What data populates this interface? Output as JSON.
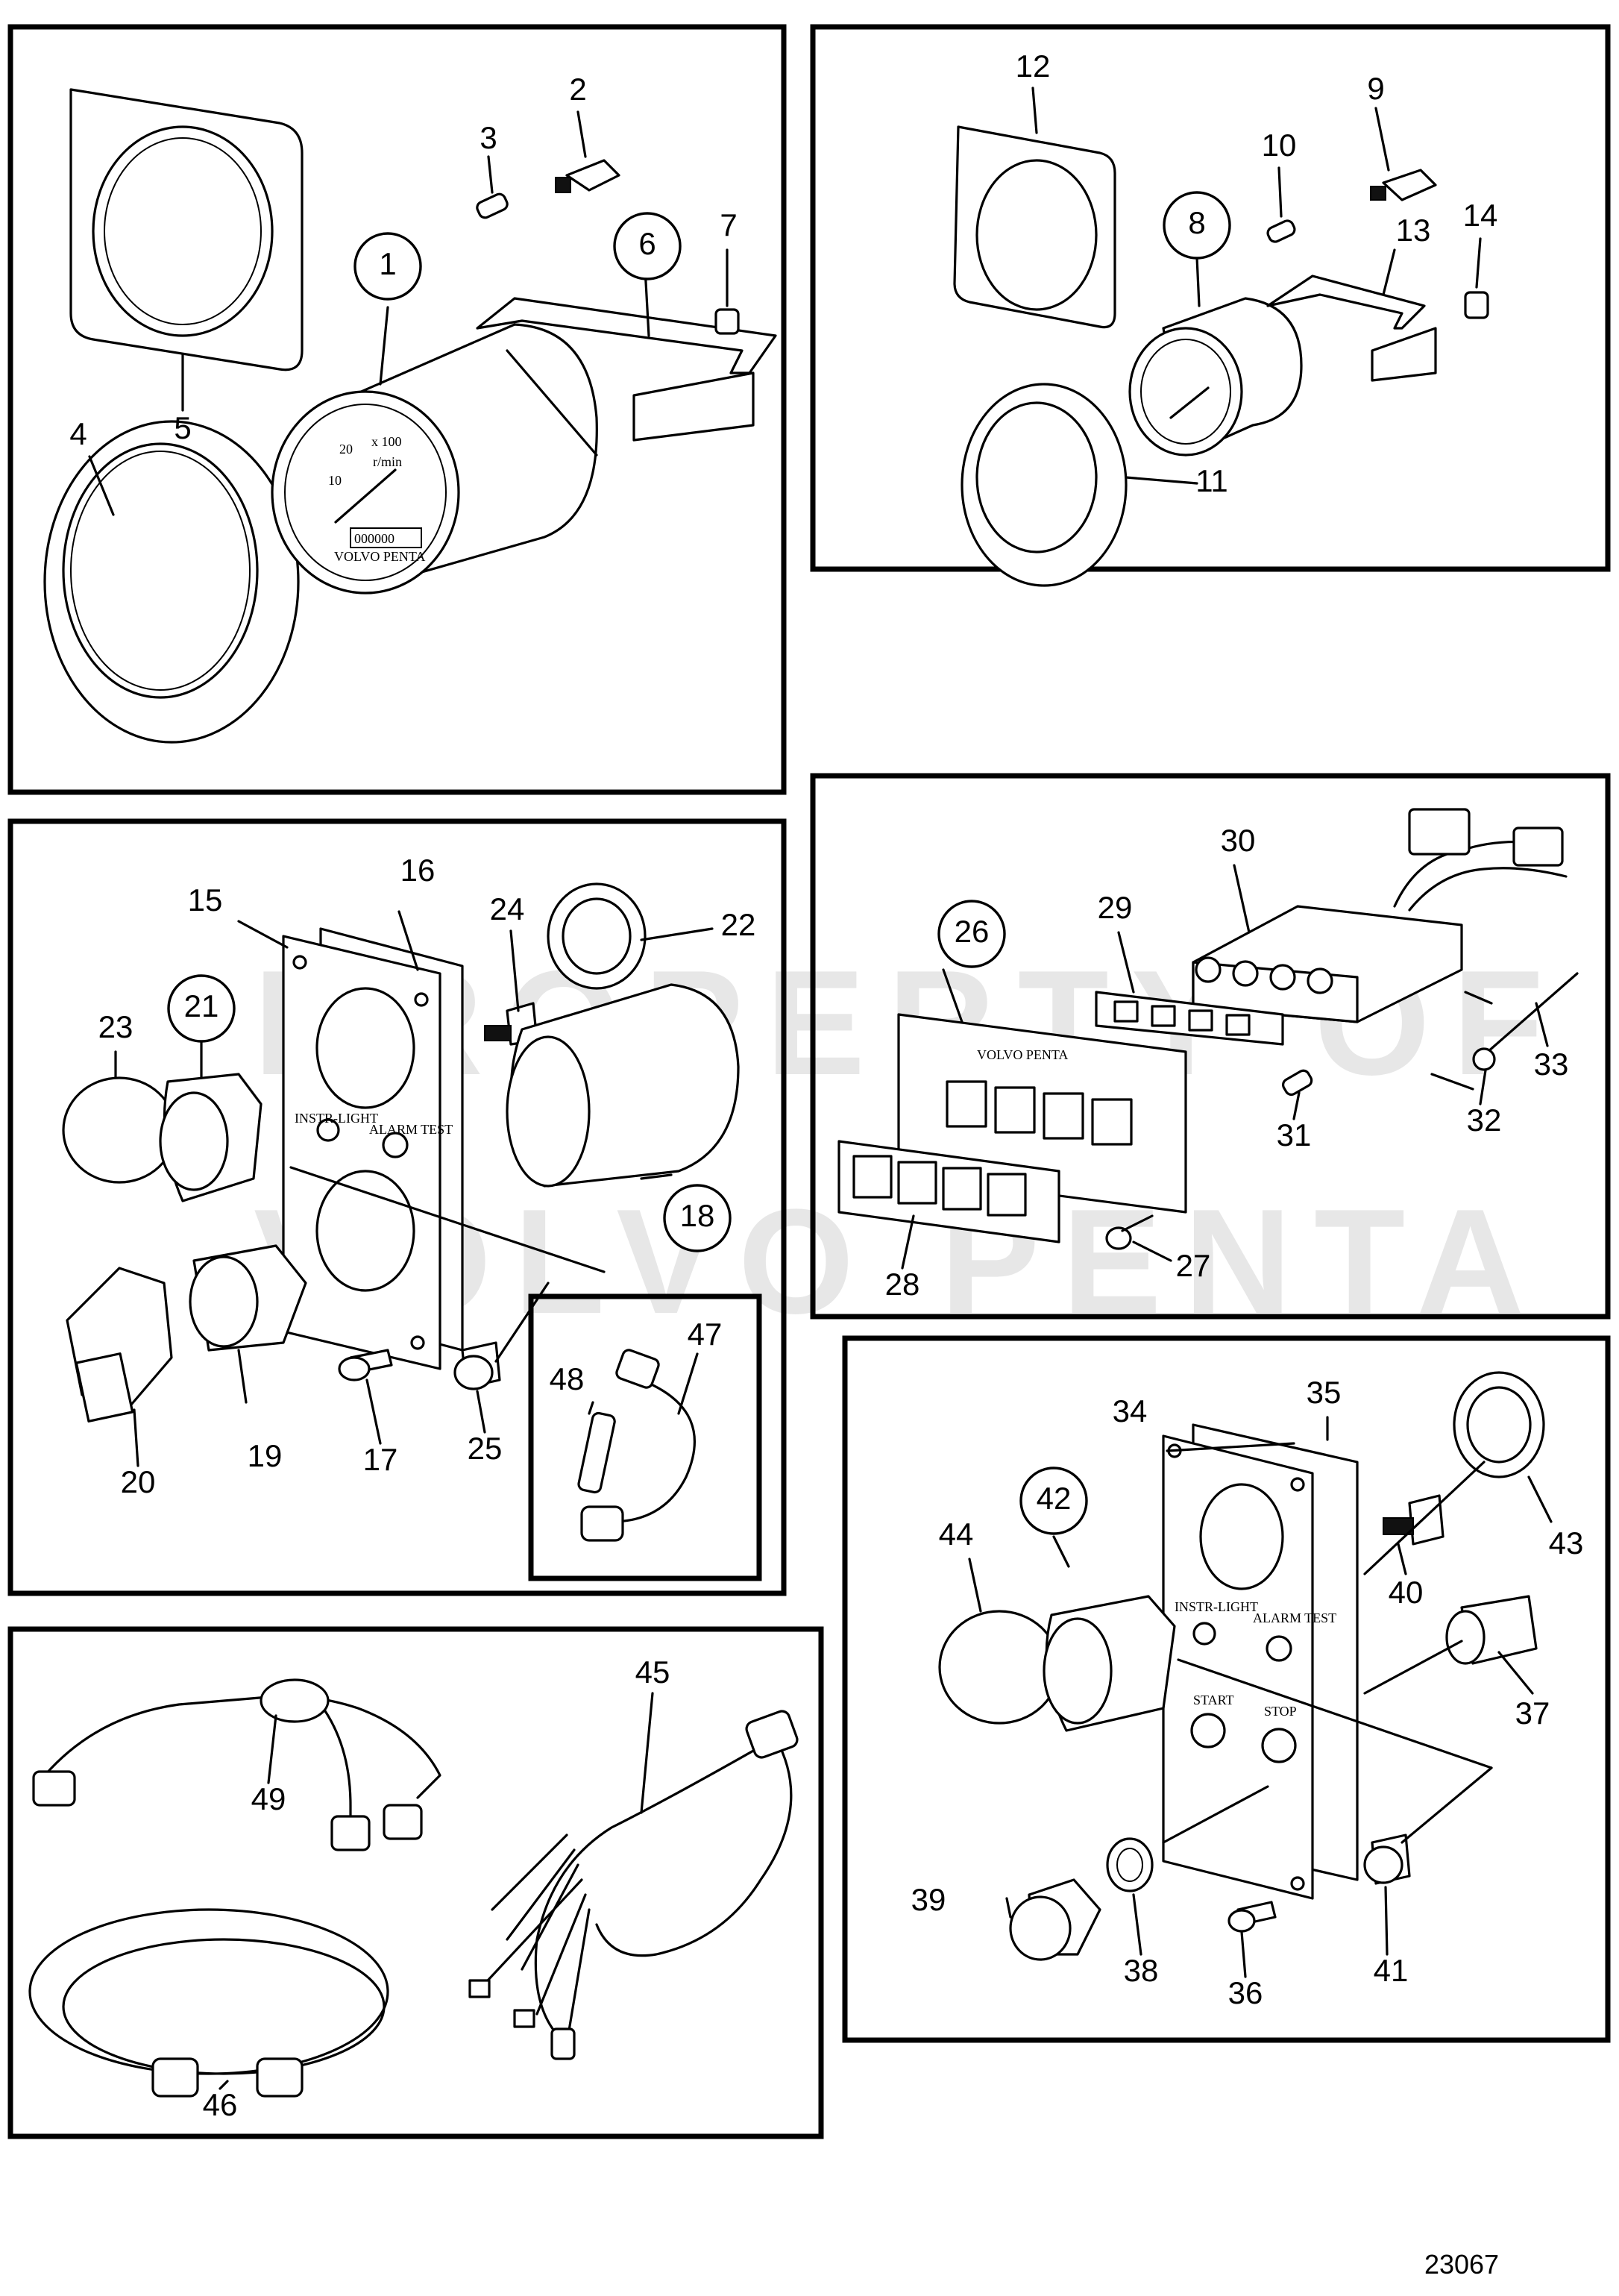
{
  "watermark": {
    "line1": "PROPERTY OF",
    "line2": "VOLVO PENTA"
  },
  "brand": {
    "name": "VOLVO PENTA"
  },
  "gauges": {
    "tachometer": {
      "unit_multiplier": "x 100",
      "unit": "r/min",
      "scale_mark_a": "20",
      "scale_mark_b": "10",
      "hour_counter": "000000"
    }
  },
  "panel_labels": {
    "instr_light": "INSTR-LIGHT",
    "alarm_test": "ALARM TEST",
    "start": "START",
    "stop": "STOP"
  },
  "part_numbers": {
    "p1": "1",
    "p2": "2",
    "p3": "3",
    "p4": "4",
    "p5": "5",
    "p6": "6",
    "p7": "7",
    "p8": "8",
    "p9": "9",
    "p10": "10",
    "p11": "11",
    "p12": "12",
    "p13": "13",
    "p14": "14",
    "p15": "15",
    "p16": "16",
    "p17": "17",
    "p18": "18",
    "p19": "19",
    "p20": "20",
    "p21": "21",
    "p22": "22",
    "p23": "23",
    "p24": "24",
    "p25": "25",
    "p26": "26",
    "p27": "27",
    "p28": "28",
    "p29": "29",
    "p30": "30",
    "p31": "31",
    "p32": "32",
    "p33": "33",
    "p34": "34",
    "p35": "35",
    "p36": "36",
    "p37": "37",
    "p38": "38",
    "p39": "39",
    "p40": "40",
    "p41": "41",
    "p42": "42",
    "p43": "43",
    "p44": "44",
    "p45": "45",
    "p46": "46",
    "p47": "47",
    "p48": "48",
    "p49": "49"
  },
  "figure_ref": "23067"
}
